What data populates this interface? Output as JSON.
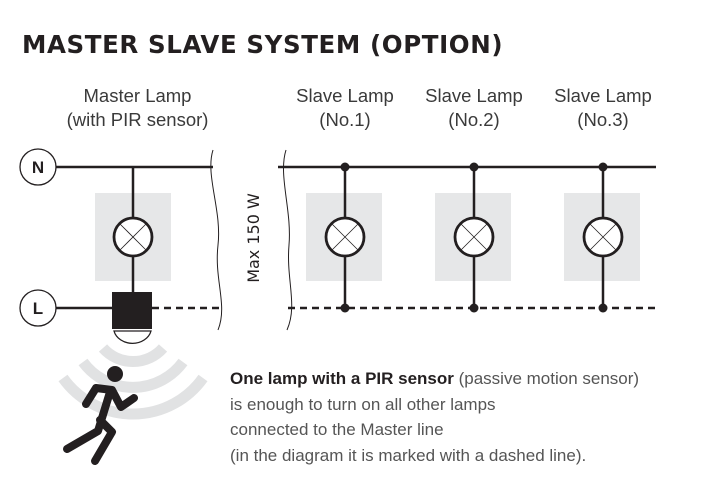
{
  "title": "MASTER SLAVE SYSTEM (OPTION)",
  "labels": {
    "master": {
      "line1": "Master Lamp",
      "line2": "(with PIR sensor)"
    },
    "slaves": [
      {
        "line1": "Slave Lamp",
        "line2": "(No.1)"
      },
      {
        "line1": "Slave Lamp",
        "line2": "(No.2)"
      },
      {
        "line1": "Slave Lamp",
        "line2": "(No.3)"
      }
    ]
  },
  "terminals": {
    "neutral": "N",
    "live": "L"
  },
  "max_power": "Max 150 W",
  "description": {
    "bold": "One lamp with a PIR sensor",
    "line1_rest": " (passive motion sensor)",
    "line2": "is enough to turn on all other lamps",
    "line3": "connected to the Master line",
    "line4": "(in the diagram it is marked with a dashed line)."
  },
  "colors": {
    "line": "#231f20",
    "box": "#e6e7e8",
    "waves": "#e1e2e3"
  }
}
